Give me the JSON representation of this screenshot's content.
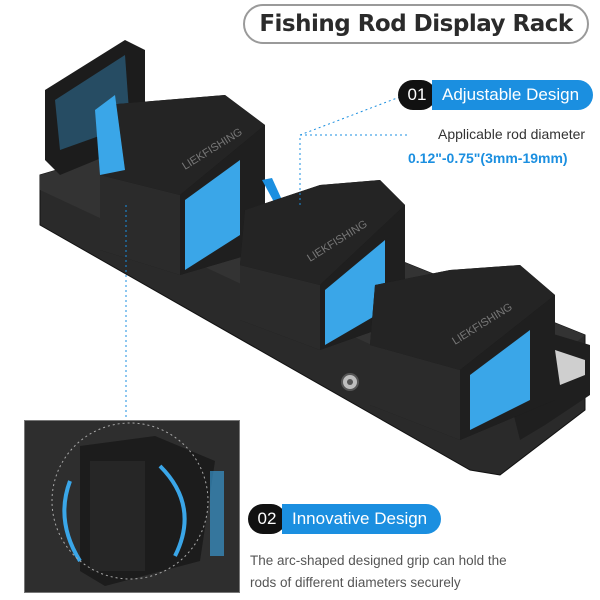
{
  "title": "Fishing Rod Display Rack",
  "feature1": {
    "number": "01",
    "label": "Adjustable Design"
  },
  "spec": {
    "label": "Applicable rod diameter",
    "value": "0.12\"-0.75\"(3mm-19mm)"
  },
  "feature2": {
    "number": "02",
    "label": "Innovative Design"
  },
  "description": {
    "line1": "The arc-shaped designed grip can hold the",
    "line2": "rods of different diameters securely"
  },
  "brand": "LIEKFISHING",
  "colors": {
    "accent": "#1b8fe0",
    "dark": "#1a1a1a",
    "grip_blue": "#3aa6e8"
  }
}
